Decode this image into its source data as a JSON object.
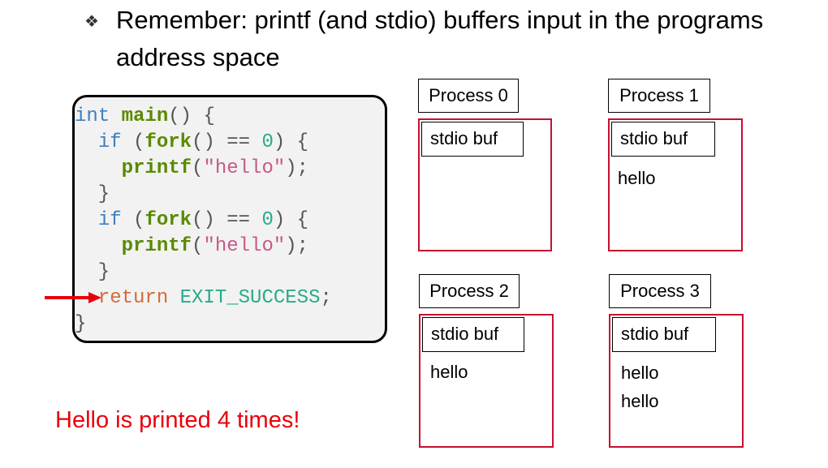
{
  "bullet": {
    "glyph": "❖",
    "text": "Remember: printf (and stdio) buffers input in the programs address space"
  },
  "code": {
    "lines": [
      [
        {
          "t": "int",
          "c": "kw"
        },
        {
          "t": " "
        },
        {
          "t": "main",
          "c": "fn"
        },
        {
          "t": "() {",
          "c": "pun"
        }
      ],
      [
        {
          "t": "  "
        },
        {
          "t": "if",
          "c": "kw"
        },
        {
          "t": " (",
          "c": "pun"
        },
        {
          "t": "fork",
          "c": "fn"
        },
        {
          "t": "() == ",
          "c": "pun"
        },
        {
          "t": "0",
          "c": "num"
        },
        {
          "t": ") {",
          "c": "pun"
        }
      ],
      [
        {
          "t": "    "
        },
        {
          "t": "printf",
          "c": "fn"
        },
        {
          "t": "(",
          "c": "pun"
        },
        {
          "t": "\"hello\"",
          "c": "str"
        },
        {
          "t": ");",
          "c": "pun"
        }
      ],
      [
        {
          "t": "  }",
          "c": "pun"
        }
      ],
      [
        {
          "t": "  "
        },
        {
          "t": "if",
          "c": "kw"
        },
        {
          "t": " (",
          "c": "pun"
        },
        {
          "t": "fork",
          "c": "fn"
        },
        {
          "t": "() == ",
          "c": "pun"
        },
        {
          "t": "0",
          "c": "num"
        },
        {
          "t": ") {",
          "c": "pun"
        }
      ],
      [
        {
          "t": "    "
        },
        {
          "t": "printf",
          "c": "fn"
        },
        {
          "t": "(",
          "c": "pun"
        },
        {
          "t": "\"hello\"",
          "c": "str"
        },
        {
          "t": ");",
          "c": "pun"
        }
      ],
      [
        {
          "t": "  }",
          "c": "pun"
        }
      ],
      [
        {
          "t": "  "
        },
        {
          "t": "return",
          "c": "ret"
        },
        {
          "t": " "
        },
        {
          "t": "EXIT_SUCCESS",
          "c": "const"
        },
        {
          "t": ";",
          "c": "pun"
        }
      ],
      [
        {
          "t": "}",
          "c": "pun"
        }
      ]
    ]
  },
  "conclusion": "Hello is printed 4 times!",
  "processes": [
    {
      "label": "Process 0",
      "buffer_label": "stdio buf",
      "contents": []
    },
    {
      "label": "Process 1",
      "buffer_label": "stdio buf",
      "contents": [
        "hello"
      ]
    },
    {
      "label": "Process 2",
      "buffer_label": "stdio buf",
      "contents": [
        "hello"
      ]
    },
    {
      "label": "Process 3",
      "buffer_label": "stdio buf",
      "contents": [
        "hello",
        "hello"
      ]
    }
  ],
  "colors": {
    "accent_red": "#e8000b",
    "box_red": "#c8102e",
    "code_bg": "#f2f2f2"
  }
}
